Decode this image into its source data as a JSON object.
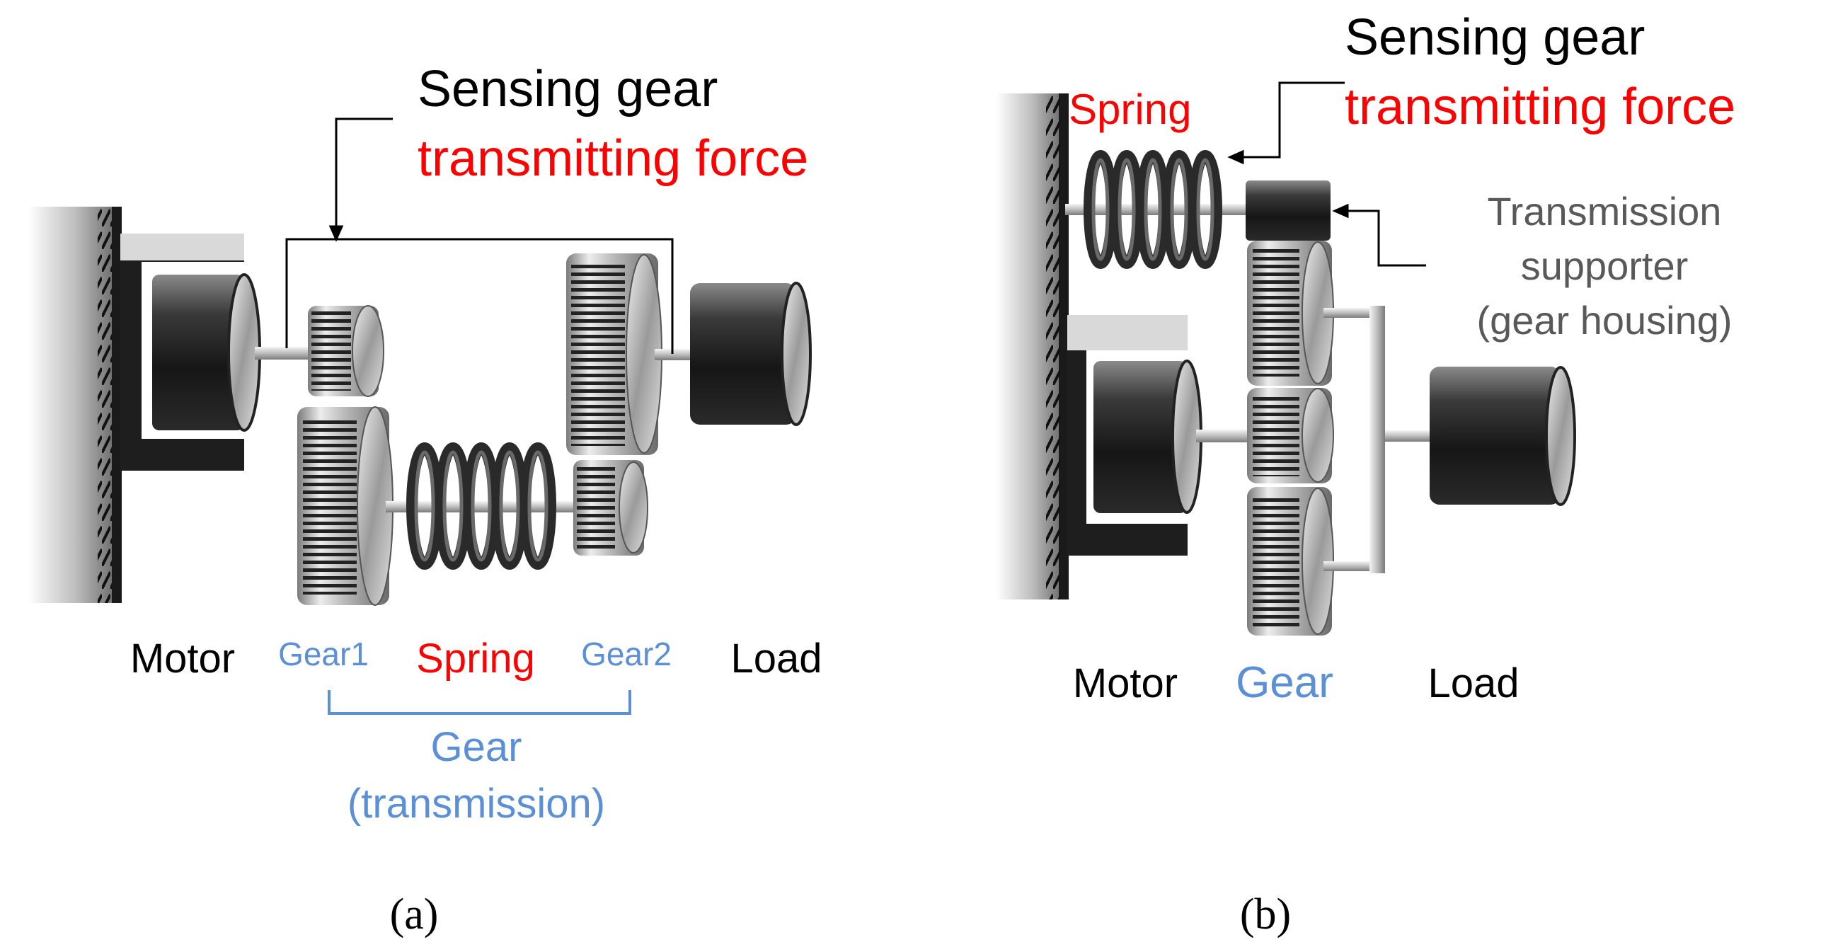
{
  "colors": {
    "black": "#000000",
    "red": "#ff0000",
    "blue": "#5b8fd6",
    "gray_text": "#595959"
  },
  "panel_a": {
    "sensing_line1": "Sensing gear",
    "sensing_line2": "transmitting force",
    "motor": "Motor",
    "gear1": "Gear1",
    "spring": "Spring",
    "gear2": "Gear2",
    "load": "Load",
    "gear_group_line1": "Gear",
    "gear_group_line2": "(transmission)",
    "caption": "(a)"
  },
  "panel_b": {
    "spring": "Spring",
    "sensing_line1": "Sensing gear",
    "sensing_line2": "transmitting force",
    "support_line1": "Transmission",
    "support_line2": "supporter",
    "support_line3": "(gear housing)",
    "motor": "Motor",
    "gear": "Gear",
    "load": "Load",
    "caption": "(b)"
  }
}
